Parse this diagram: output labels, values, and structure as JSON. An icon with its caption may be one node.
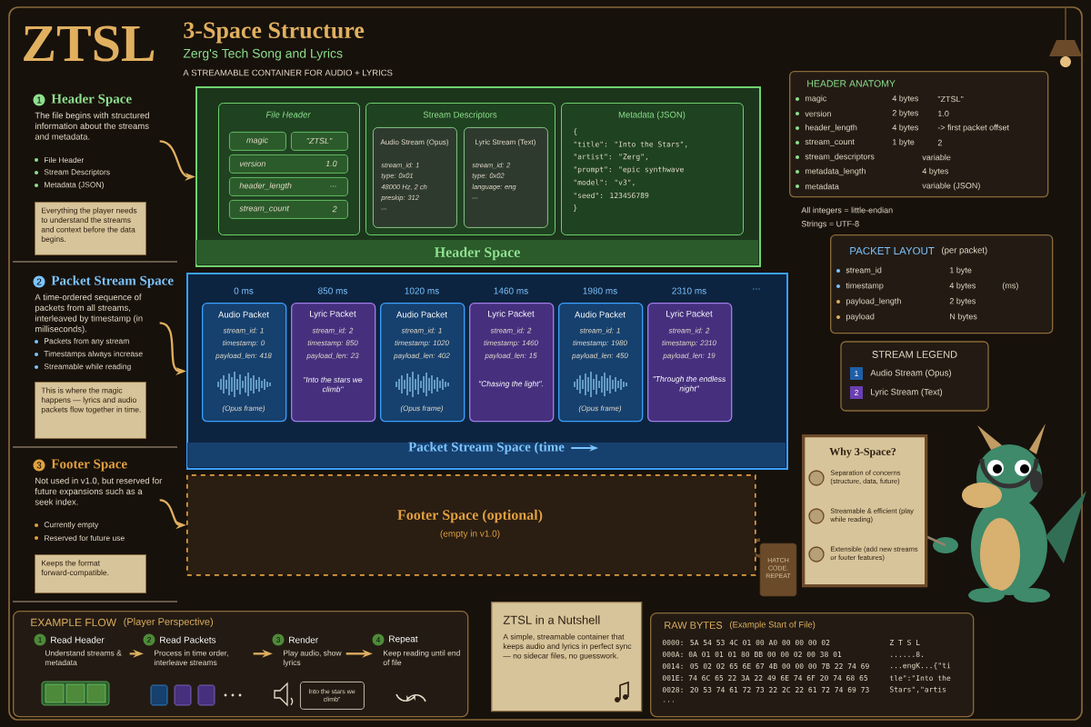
{
  "diagram": {
    "title": "3-Space Structure",
    "nodes": [
      {
        "text": [
          "1",
          "Header Space",
          "The file begins with structured information about the streams and metadata.",
          "File Header",
          "Stream Descriptors",
          "Metadata (JSON)"
        ]
      },
      {
        "text": [
          "Everything the player needs to understand the streams and context before the data begins."
        ]
      },
      {
        "text": [
          "Header Space"
        ]
      },
      {
        "text": [
          "File Header"
        ],
        "in": 2
      },
      {
        "text": [
          "magic"
        ],
        "in": 3
      },
      {
        "text": [
          "\"ZTSL\""
        ],
        "in": 3
      },
      {
        "text": [
          "version",
          "1.0"
        ],
        "in": 3
      },
      {
        "text": [
          "header_length",
          "..."
        ],
        "in": 3
      },
      {
        "text": [
          "stream_count",
          "2"
        ],
        "in": 3
      },
      {
        "text": [
          "Stream Descriptors"
        ],
        "in": 2
      },
      {
        "text": [
          "Audio Stream (Opus)",
          "stream_id: 1",
          "type: 0x01",
          "48000 Hz, 2 ch",
          "preskip: 312",
          "..."
        ],
        "in": 9
      },
      {
        "text": [
          "Lyric Stream (Text)",
          "stream_id: 2",
          "type: 0x02",
          "language: eng",
          "..."
        ],
        "in": 9
      },
      {
        "text": [
          "Metadata (JSON)",
          "{",
          "\"title\": \"Into the Stars\",",
          "\"artist\": \"Zerg\",",
          "\"prompt\": \"epic synthwave",
          "\"model\": \"v3\",",
          "\"seed\": 123456789",
          "}"
        ],
        "in": 2
      },
      {
        "text": [
          "HEADER ANATOMY",
          "magic",
          "4 bytes",
          "\"ZTSL\"",
          "version",
          "2 bytes",
          "1.0",
          "header_length",
          "4 bytes",
          "-> first packet offset",
          "stream_count",
          "1 byte",
          "2",
          "stream_descriptors",
          "variable",
          "metadata_length",
          "4 bytes",
          "metadata",
          "variable (JSON)"
        ]
      },
      {
        "text": [
          "PACKET LAYOUT",
          "(per packet)",
          "stream_id",
          "1 byte",
          "timestamp",
          "4 bytes",
          "(ms)",
          "payload_length",
          "2 bytes",
          "payload",
          "N bytes"
        ]
      },
      {
        "text": [
          "2",
          "Packet Stream Space",
          "A time-ordered sequence of packets from all streams, interleaved by timestamp (in milliseconds).",
          "Packets from any stream",
          "Timestamps always increase",
          "Streamable while reading"
        ]
      },
      {
        "text": [
          "This is where the magic happens — lyrics and audio packets flow together in time."
        ]
      },
      {
        "text": [
          "Packet Stream Space (time"
        ]
      },
      {
        "text": [
          "Audio Packet",
          "stream_id: 1",
          "timestamp: 0",
          "payload_len: 418",
          "(Opus frame)"
        ],
        "beside": [
          "0 ms"
        ],
        "in": 17
      },
      {
        "text": [
          "Lyric Packet",
          "stream_id: 2",
          "timestamp: 850",
          "payload_len: 23",
          "\"Into the stars we climb\""
        ],
        "beside": [
          "850 ms"
        ],
        "in": 17
      },
      {
        "text": [
          "Audio Packet",
          "stream_id: 1",
          "timestamp: 1020",
          "payload_len: 402",
          "(Opus frame)"
        ],
        "beside": [
          "1020 ms"
        ],
        "in": 17
      },
      {
        "text": [
          "Lyric Packet",
          "stream_id: 2",
          "timestamp: 1460",
          "payload_len: 15",
          "\"Chasing the light\"."
        ],
        "beside": [
          "1460 ms"
        ],
        "in": 17
      },
      {
        "text": [
          "Audio Packet",
          "stream_id: 1",
          "timestamp: 1980",
          "payload_len: 450",
          "(Opus frame)"
        ],
        "beside": [
          "1980 ms"
        ],
        "in": 17
      },
      {
        "text": [
          "Lyric Packet",
          "stream_id: 2",
          "timestamp: 2310",
          "payload_len: 19",
          "\"Through the endless night\""
        ],
        "beside": [
          "2310 ms"
        ],
        "in": 17
      },
      {
        "text": [
          "3",
          "Footer Space",
          "Not used in v1.0, but reserved for future expansions such as a seek index.",
          "Currently empty",
          "Reserved for future use"
        ]
      },
      {
        "text": [
          "Keeps the format forward-compatible."
        ]
      },
      {
        "text": [
          "Footer Space (optional)",
          "(empty in v1.0)"
        ]
      },
      {
        "text": [
          "Why 3-Space?",
          "Separation of concerns (structure, data, future)",
          "Streamable & efficient (play while reading)",
          "Extensible (add new streams or footer features)"
        ]
      },
      {
        "text": [
          "EXAMPLE FLOW",
          "(Player Perspective)"
        ]
      },
      {
        "text": [
          "1",
          "Read Header",
          "Understand streams & metadata"
        ],
        "in": 28
      },
      {
        "text": [
          "2",
          "Read Packets",
          "Process in time order, interleave streams"
        ],
        "in": 28
      },
      {
        "text": [
          "3",
          "Render",
          "Play audio, show lyrics"
        ],
        "in": 28
      },
      {
        "text": [
          "4",
          "Repeat",
          "Keep reading until end of file"
        ],
        "in": 28
      },
      {
        "text": [
          "Into the stars we climb”"
        ],
        "in": 28
      },
      {
        "text": [
          "ZTSL in a Nutshell",
          "A simple, streamable container that keeps audio and lyrics in perfect sync — no sidecar files, no guesswork."
        ]
      },
      {
        "text": [
          "RAW BYTES",
          "(Example Start of File)",
          "0000: 5A 54 53 4C 01 00 A0 00 00 00 02",
          "Z T S L",
          "000A: 0A 01 01 01 80 BB 00 00 02 00 38 01",
          "......8.",
          "0014: 05 02 02 65 6E 67 4B 00 00 00 7B 22 74 69",
          "...engK...{\"ti",
          "001E: 74 6C 65 22 3A 22 49 6E 74 6F 20 74 68 65",
          "tle\":\"Into the",
          "0028: 20 53 74 61 72 73 22 2C 22 61 72 74 69 73",
          "Stars\",\"artis",
          "..."
        ]
      }
    ],
    "edges": [
      {
        "from": 0,
        "to": 2,
        "arrow": "to"
      },
      {
        "from": 15,
        "to": 17,
        "arrow": "to"
      },
      {
        "from": 24,
        "to": 26,
        "arrow": "to"
      },
      {
        "from": 29,
        "to": 30,
        "arrow": "to"
      },
      {
        "from": 30,
        "to": 31,
        "arrow": "to"
      },
      {
        "from": 31,
        "to": 32,
        "arrow": "to"
      }
    ],
    "labels": [
      "ZTSL",
      "Zerg's Tech Song and Lyrics",
      "A STREAMABLE CONTAINER FOR AUDIO + LYRICS",
      "All integers = little-endian",
      "Strings = UTF-8",
      "STREAM LEGEND",
      "1",
      "2",
      "...",
      "HATCH CODE. REPEAT"
    ],
    "legend": [
      {
        "text": "Audio Stream (Opus)",
        "color": "#1f5fa8"
      },
      {
        "text": "Lyric Stream (Text)",
        "color": "#6a3fb0"
      }
    ]
  }
}
